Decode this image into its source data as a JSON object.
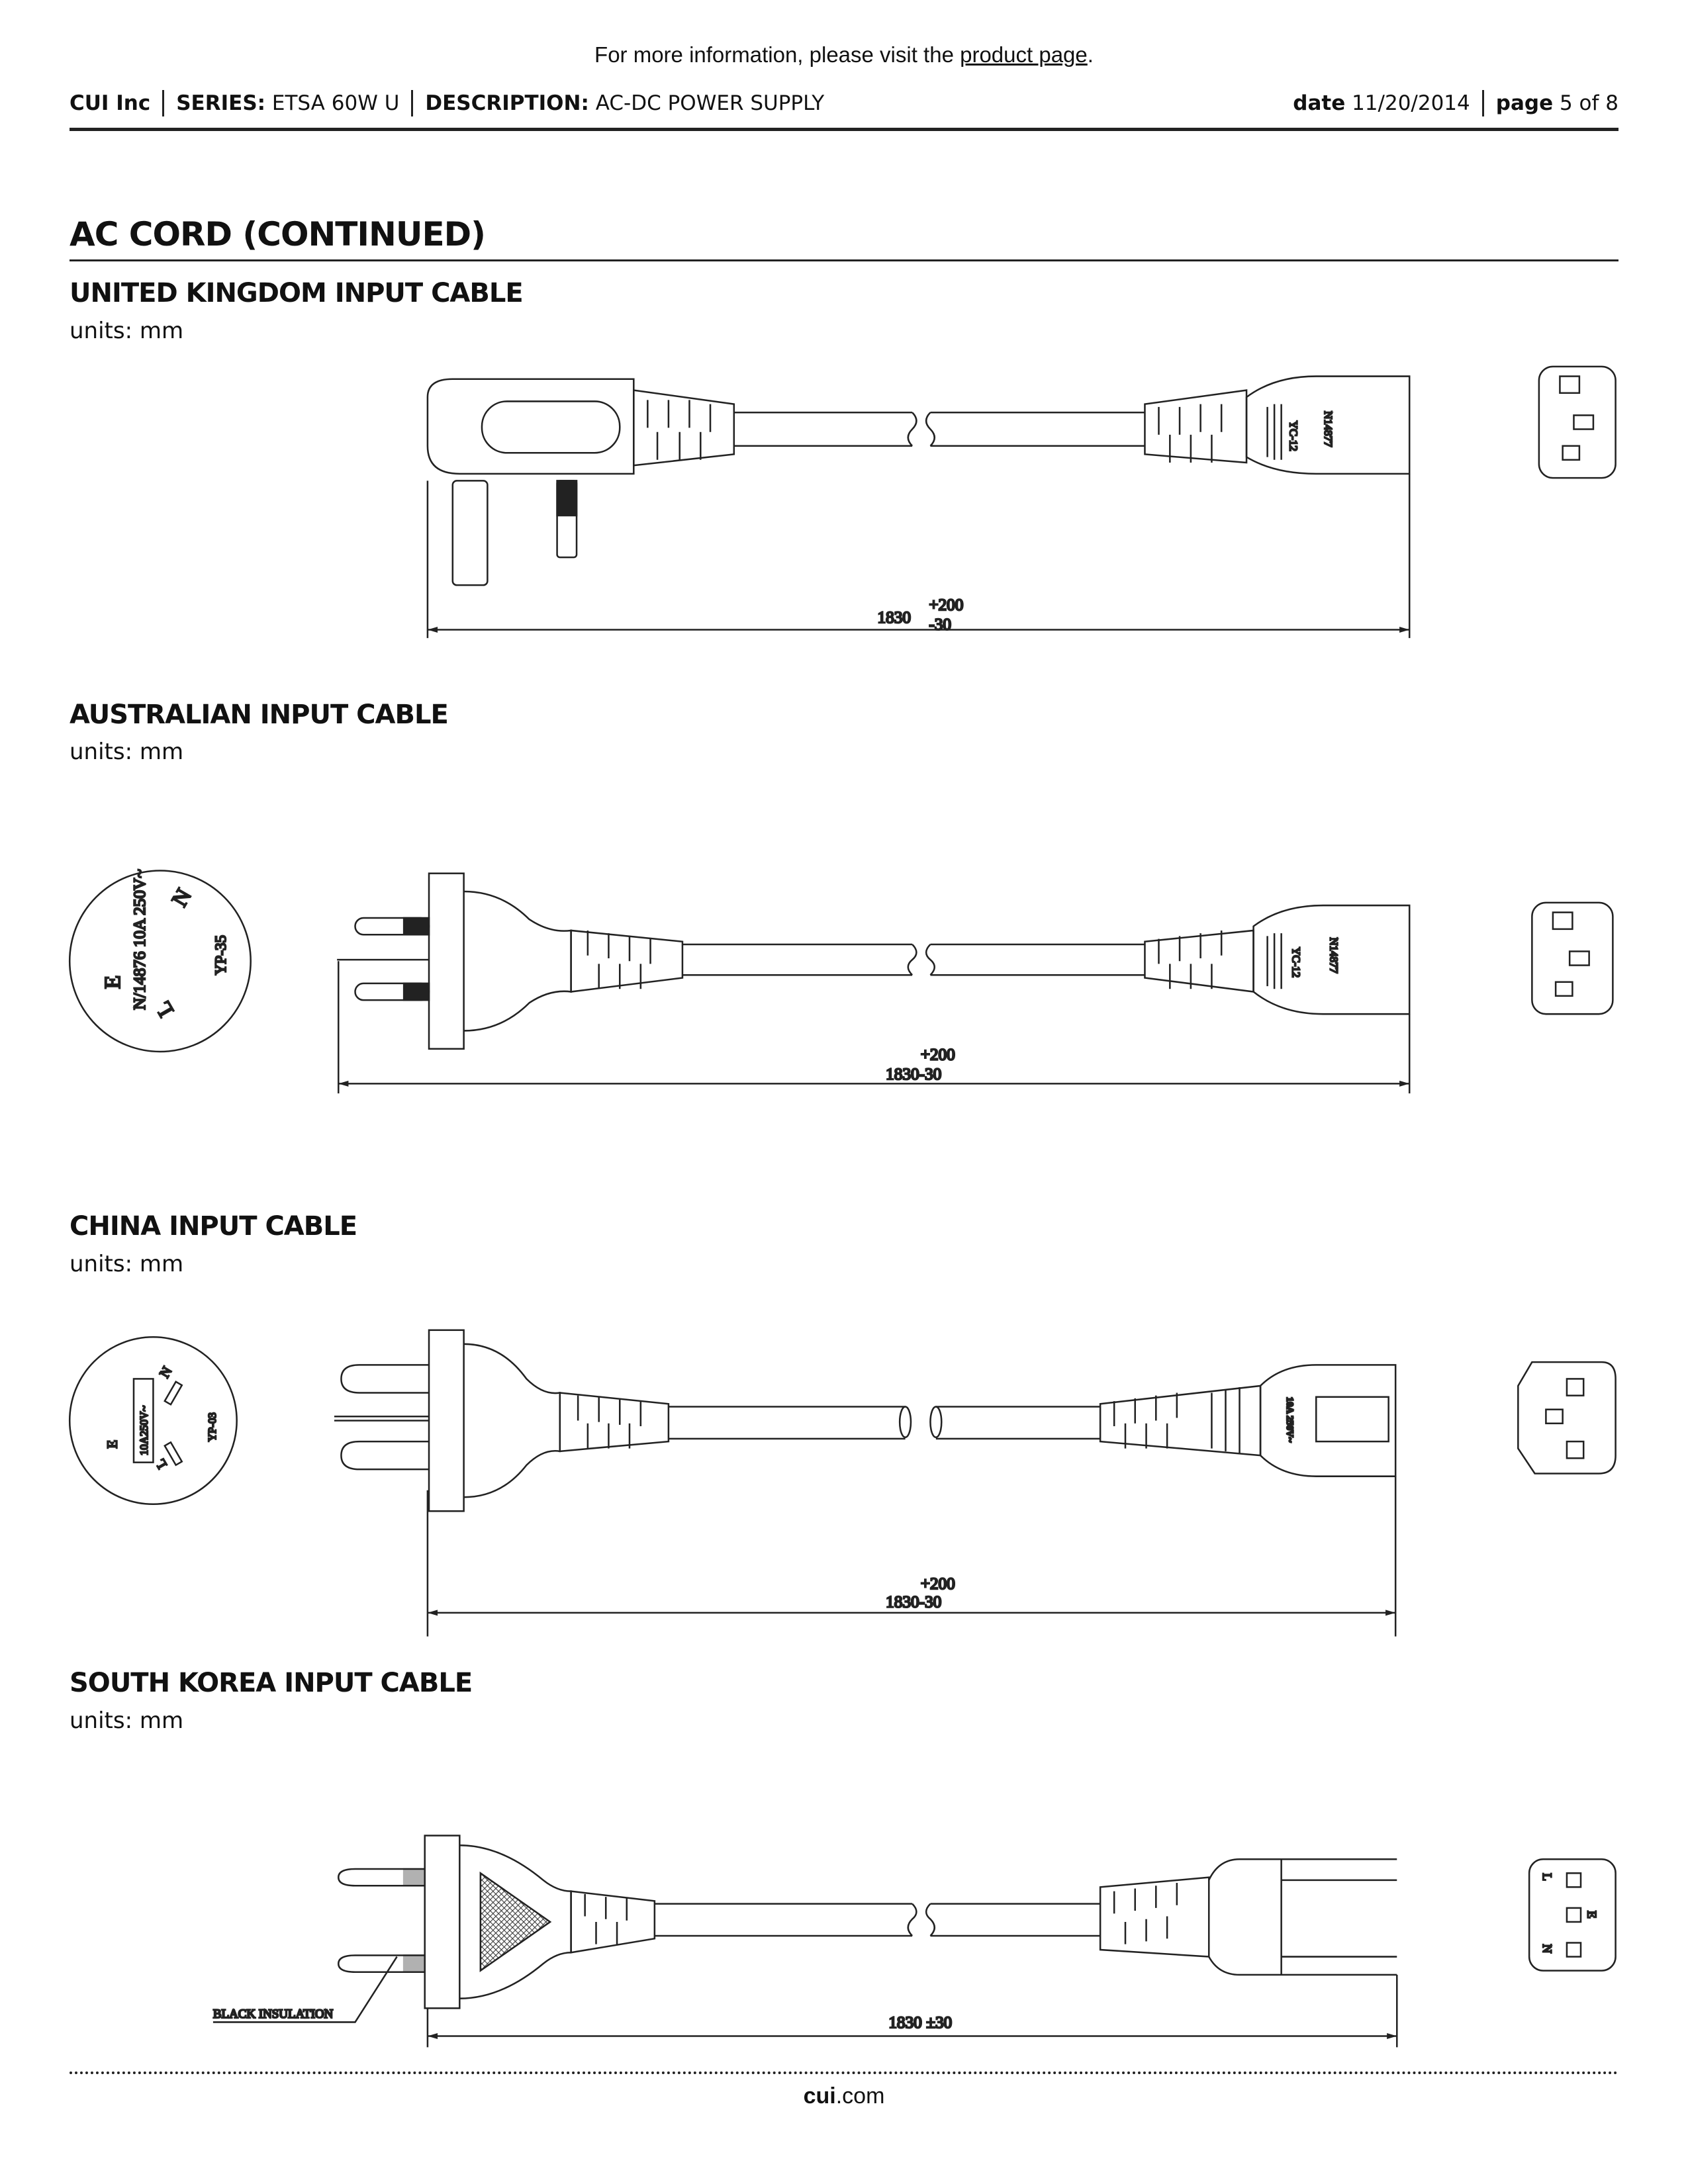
{
  "top_note": {
    "prefix": "For more information, please visit the ",
    "link": "product page",
    "suffix": "."
  },
  "header": {
    "company": "CUI Inc",
    "series_label": "SERIES:",
    "series": "ETSA 60W U",
    "description_label": "DESCRIPTION:",
    "description": "AC-DC POWER SUPPLY",
    "date_label": "date",
    "date": "11/20/2014",
    "page_label": "page",
    "page": "5 of 8"
  },
  "section_title": "AC CORD (CONTINUED)",
  "cables": [
    {
      "title": "UNITED KINGDOM INPUT CABLE",
      "units": "units: mm",
      "dim_main": "1830",
      "dim_plus": "+200",
      "dim_minus": "-30",
      "connector_labels": [
        "YC-12",
        "N14877"
      ]
    },
    {
      "title": "AUSTRALIAN INPUT CABLE",
      "units": "units: mm",
      "dim_plus": "+200",
      "dim_main": "1830-30",
      "plug_face": {
        "rating": "N/14876 10A 250V~",
        "model": "YP-35",
        "pins": [
          "E",
          "N",
          "L"
        ]
      },
      "connector_labels": [
        "YC-12",
        "N14877"
      ]
    },
    {
      "title": "CHINA INPUT CABLE",
      "units": "units: mm",
      "dim_plus": "+200",
      "dim_main": "1830-30",
      "plug_face": {
        "rating": "10A250V~",
        "model": "YP-03",
        "pins": [
          "E",
          "N",
          "L"
        ]
      },
      "connector_labels": [
        "10A 250V~"
      ]
    },
    {
      "title": "SOUTH KOREA INPUT CABLE",
      "units": "units: mm",
      "dim_main": "1830 ±30",
      "insulation_label": "BLACK INSULATION"
    }
  ],
  "socket_pins": [
    "N",
    "L",
    "E"
  ],
  "footer": {
    "brand": "cui",
    "suffix": ".com"
  }
}
